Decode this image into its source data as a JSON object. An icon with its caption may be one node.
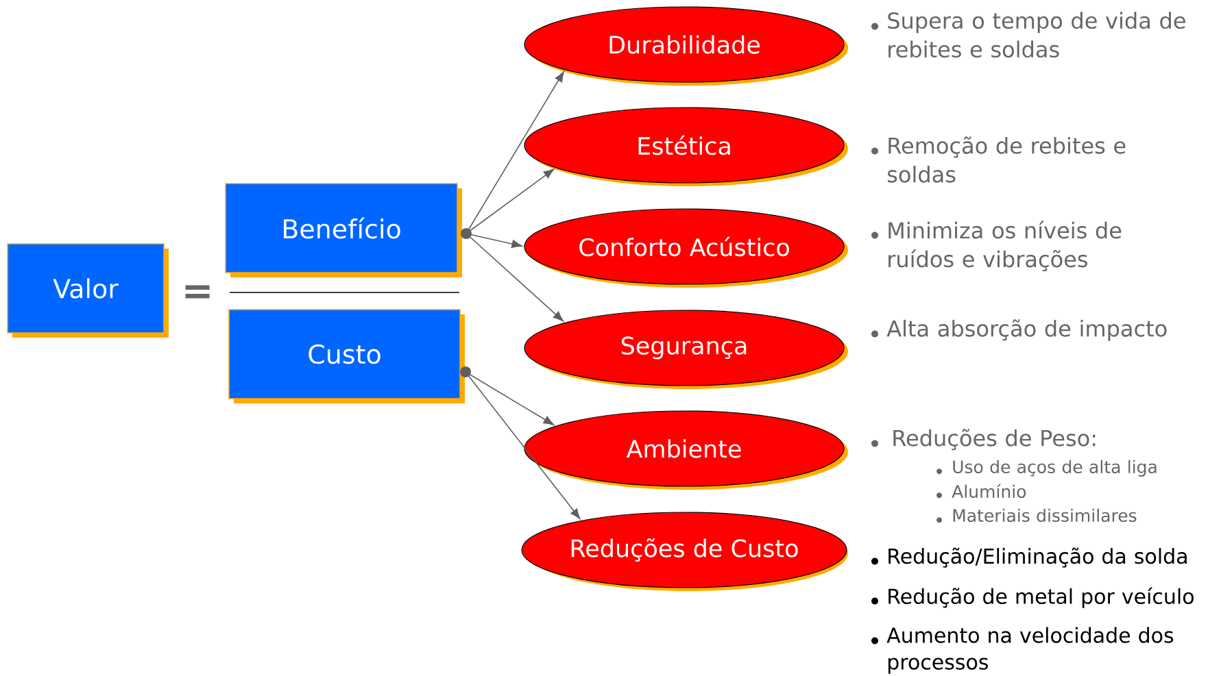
{
  "diagram": {
    "nodes": [
      {
        "text": [
          "Valor"
        ]
      },
      {
        "text": [
          "Benefício"
        ]
      },
      {
        "text": [
          "Custo"
        ]
      },
      {
        "text": [
          "Durabilidade"
        ],
        "beside": [
          "Supera o tempo de vida de rebites e soldas"
        ]
      },
      {
        "text": [
          "Estética"
        ],
        "beside": [
          "Remoção de rebites e soldas"
        ]
      },
      {
        "text": [
          "Conforto Acústico"
        ],
        "beside": [
          "Minimiza os níveis de ruídos e vibrações"
        ]
      },
      {
        "text": [
          "Segurança"
        ],
        "beside": [
          "Alta absorção de impacto"
        ]
      },
      {
        "text": [
          "Ambiente"
        ],
        "beside": [
          "Reduções de Peso:",
          "Uso de aços de alta liga",
          "Alumínio",
          "Materiais dissimilares"
        ]
      },
      {
        "text": [
          "Reduções de Custo"
        ],
        "beside": [
          "Redução/Eliminação da solda",
          "Redução de metal por veículo",
          "Aumento na velocidade dos processos"
        ]
      }
    ],
    "edges": [
      {
        "from": 1,
        "to": 3,
        "arrow": "to"
      },
      {
        "from": 1,
        "to": 4,
        "arrow": "to"
      },
      {
        "from": 1,
        "to": 5,
        "arrow": "to"
      },
      {
        "from": 1,
        "to": 6,
        "arrow": "to"
      },
      {
        "from": 2,
        "to": 7,
        "arrow": "to"
      },
      {
        "from": 2,
        "to": 8,
        "arrow": "to"
      }
    ],
    "labels": [
      "="
    ]
  }
}
